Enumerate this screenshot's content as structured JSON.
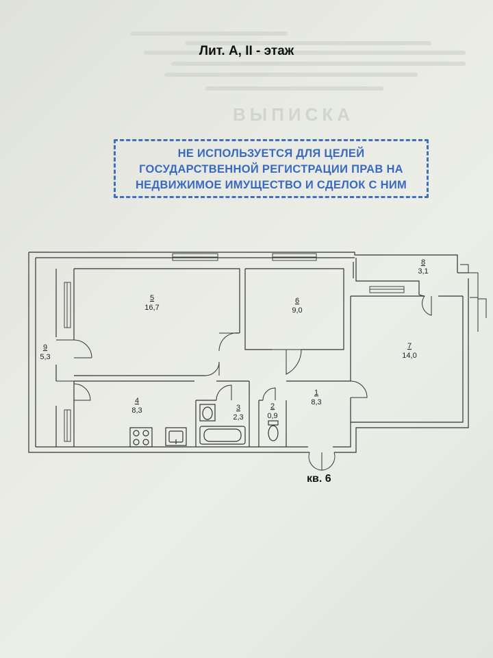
{
  "header": {
    "title": "Лит. А, II - этаж"
  },
  "stamp": {
    "lines": [
      "НЕ ИСПОЛЬЗУЕТСЯ ДЛЯ ЦЕЛЕЙ",
      "ГОСУДАРСТВЕННОЙ РЕГИСТРАЦИИ ПРАВ НА",
      "НЕДВИЖИМОЕ ИМУЩЕСТВО И СДЕЛОК С НИМ"
    ],
    "color": "#3a6ac0"
  },
  "background_mark": {
    "text": "ВЫПИСКА"
  },
  "rooms": [
    {
      "number": "1",
      "area": "8,3"
    },
    {
      "number": "2",
      "area": "0,9"
    },
    {
      "number": "3",
      "area": "2,3"
    },
    {
      "number": "4",
      "area": "8,3"
    },
    {
      "number": "5",
      "area": "16,7"
    },
    {
      "number": "6",
      "area": "9,0"
    },
    {
      "number": "7",
      "area": "14,0"
    },
    {
      "number": "8",
      "area": "3,1"
    },
    {
      "number": "9",
      "area": "5,3"
    }
  ],
  "apartment": {
    "label": "кв. 6"
  }
}
